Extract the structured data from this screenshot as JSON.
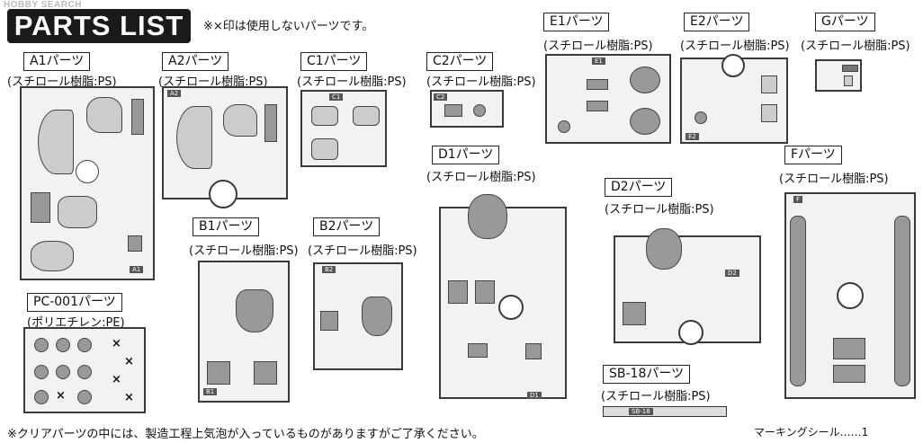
{
  "watermark": "HOBBY SEARCH",
  "header": {
    "title": "PARTS LIST",
    "note": "※×印は使用しないパーツです。"
  },
  "sections": {
    "a1": {
      "title": "A1パーツ",
      "sub": "(スチロール樹脂:PS)"
    },
    "a2": {
      "title": "A2パーツ",
      "sub": "(スチロール樹脂:PS)"
    },
    "c1": {
      "title": "C1パーツ",
      "sub": "(スチロール樹脂:PS)"
    },
    "c2": {
      "title": "C2パーツ",
      "sub": "(スチロール樹脂:PS)"
    },
    "e1": {
      "title": "E1パーツ",
      "sub": "(スチロール樹脂:PS)"
    },
    "e2": {
      "title": "E2パーツ",
      "sub": "(スチロール樹脂:PS)"
    },
    "g": {
      "title": "Gパーツ",
      "sub": "(スチロール樹脂:PS)"
    },
    "d1": {
      "title": "D1パーツ",
      "sub": "(スチロール樹脂:PS)"
    },
    "d2": {
      "title": "D2パーツ",
      "sub": "(スチロール樹脂:PS)"
    },
    "f": {
      "title": "Fパーツ",
      "sub": "(スチロール樹脂:PS)"
    },
    "b1": {
      "title": "B1パーツ",
      "sub": "(スチロール樹脂:PS)"
    },
    "b2": {
      "title": "B2パーツ",
      "sub": "(スチロール樹脂:PS)"
    },
    "pc": {
      "title": "PC-001パーツ",
      "sub": "(ポリエチレン:PE)"
    },
    "sb": {
      "title": "SB-18パーツ",
      "sub": "(スチロール樹脂:PS)"
    }
  },
  "sprue_labels": {
    "a1": "A1",
    "a2": "A2",
    "c1": "C1",
    "c2": "C2",
    "e1": "E1",
    "e2": "E2",
    "d1": "D1",
    "d2": "D2",
    "f": "F",
    "b1": "B1",
    "b2": "B2",
    "sb": "SB-18"
  },
  "footer": {
    "clear_note": "※クリアパーツの中には、製造工程上気泡が入っているものがありますがご了承ください。",
    "marking": "マーキングシール……1"
  }
}
